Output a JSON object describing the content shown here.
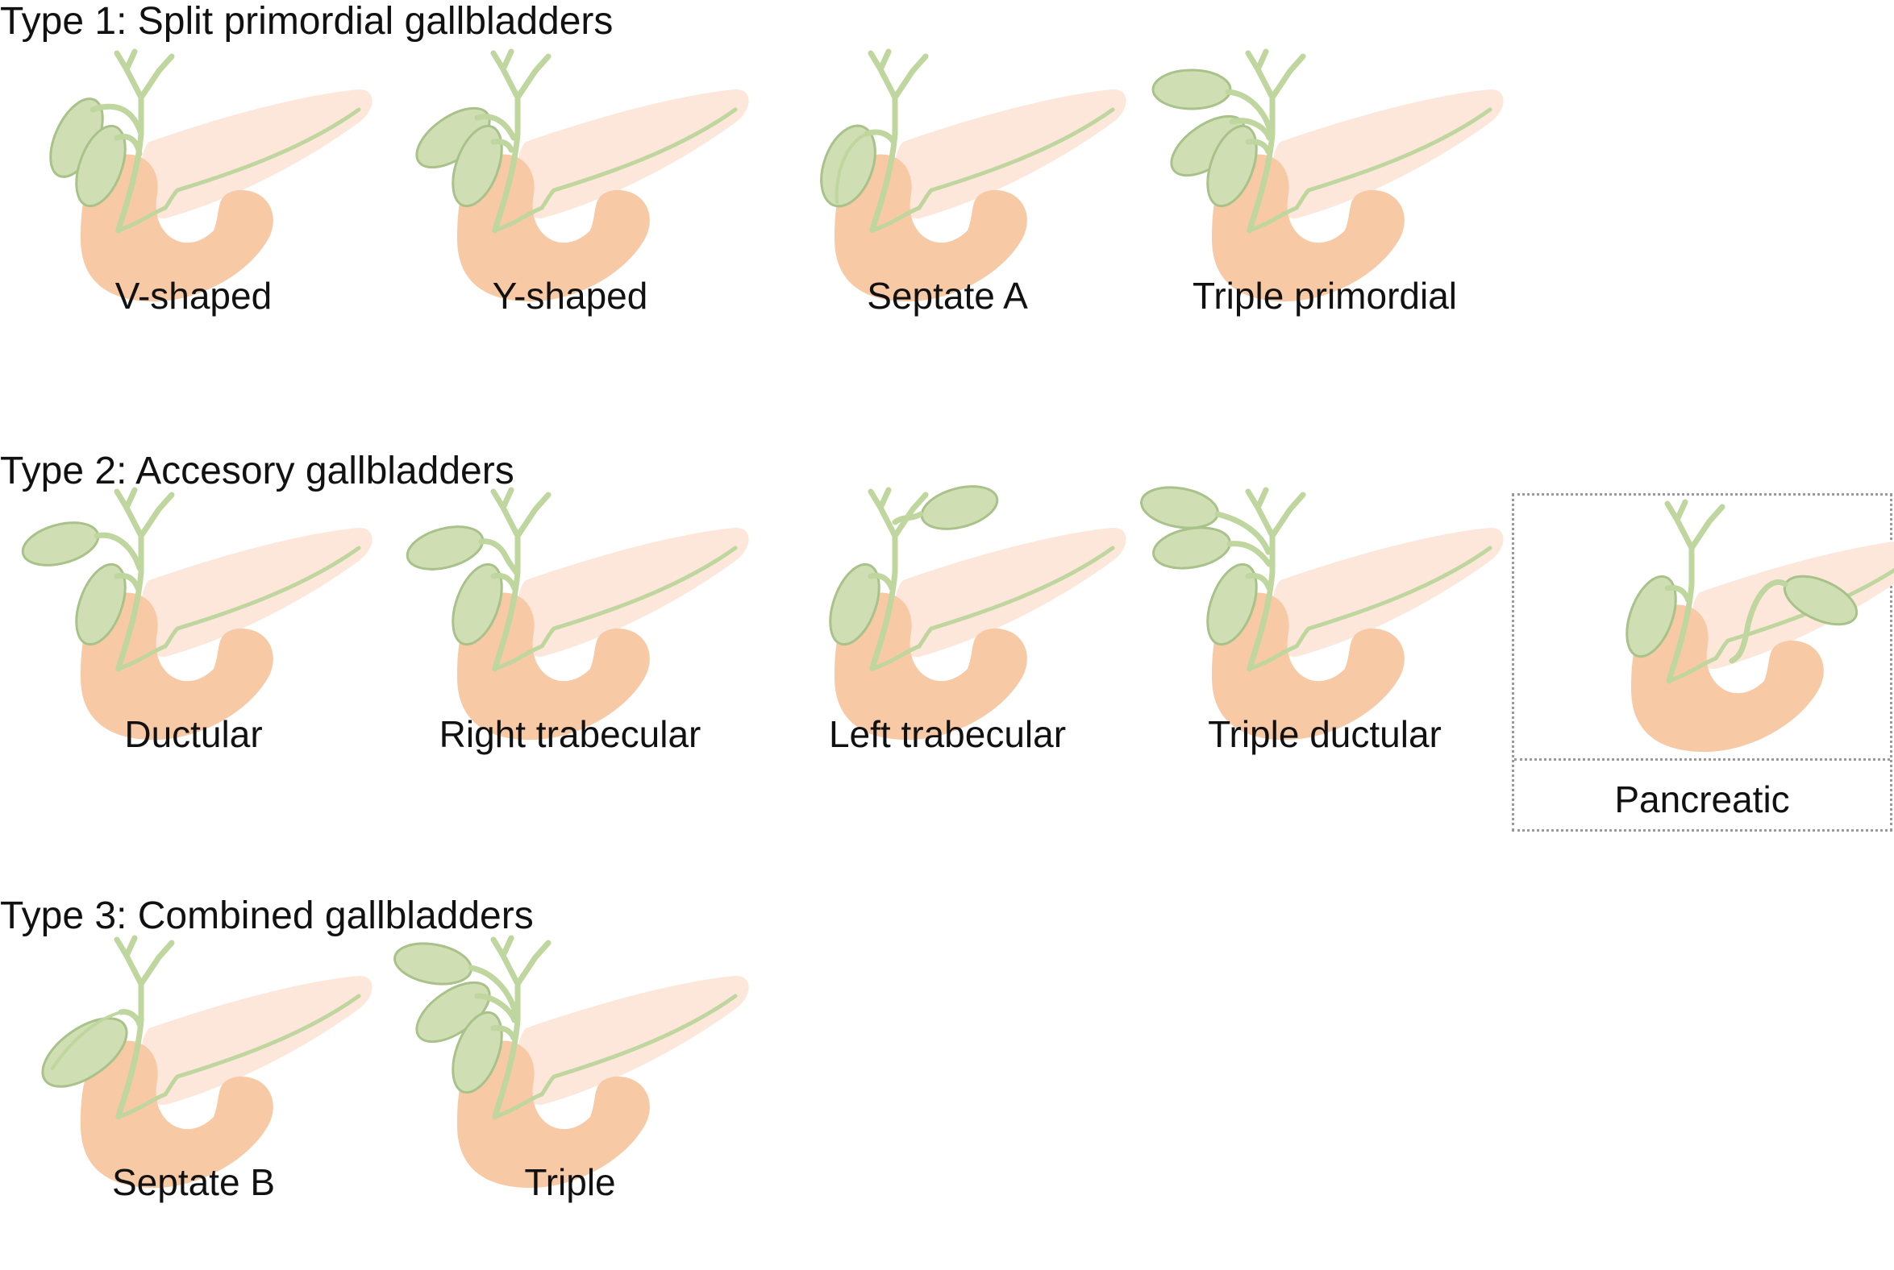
{
  "colors": {
    "pancreas_body": "#fde7db",
    "duodenum": "#f7c9a5",
    "gallbladder_fill": "#cfdfb3",
    "gallbladder_stroke": "#a9c28a",
    "duct": "#bfd69f",
    "box_border": "#9a9a9a"
  },
  "sections": [
    {
      "title": "Type 1: Split primordial gallbladders",
      "panels": [
        {
          "label": "V-shaped",
          "variant": "v-shaped"
        },
        {
          "label": "Y-shaped",
          "variant": "y-shaped"
        },
        {
          "label": "Septate A",
          "variant": "septate-a"
        },
        {
          "label": "Triple primordial",
          "variant": "triple-primordial"
        }
      ]
    },
    {
      "title": "Type 2: Accesory gallbladders",
      "panels": [
        {
          "label": "Ductular",
          "variant": "ductular"
        },
        {
          "label": "Right trabecular",
          "variant": "right-trabecular"
        },
        {
          "label": "Left trabecular",
          "variant": "left-trabecular"
        },
        {
          "label": "Triple ductular",
          "variant": "triple-ductular"
        },
        {
          "label": "Pancreatic",
          "variant": "pancreatic",
          "boxed": true
        }
      ]
    },
    {
      "title": "Type 3: Combined gallbladders",
      "panels": [
        {
          "label": "Septate B",
          "variant": "septate-b"
        },
        {
          "label": "Triple",
          "variant": "triple"
        }
      ]
    }
  ]
}
